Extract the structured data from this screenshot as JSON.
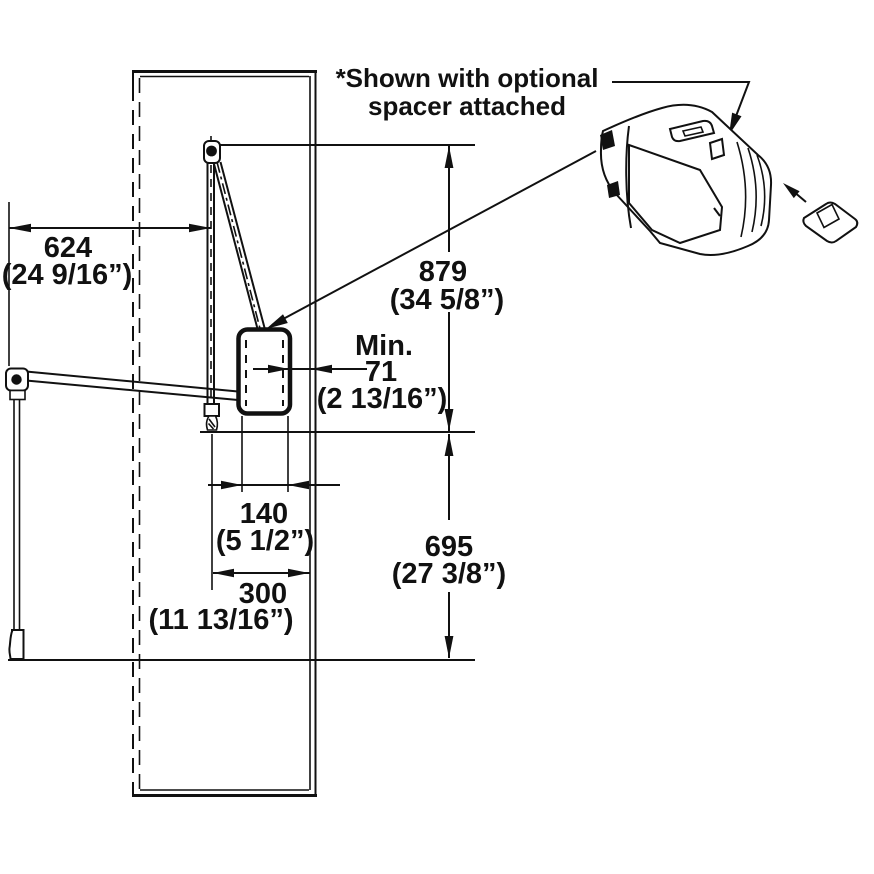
{
  "note": {
    "line1": "*Shown with optional",
    "line2": "spacer attached"
  },
  "dimensions": {
    "d624": {
      "mm": "624",
      "inches": "(24 9/16”)"
    },
    "d879": {
      "mm": "879",
      "inches": "(34 5/8”)"
    },
    "d71": {
      "prefix": "Min.",
      "mm": "71",
      "inches": "(2 13/16”)"
    },
    "d695": {
      "mm": "695",
      "inches": "(27 3/8”)"
    },
    "d140": {
      "mm": "140",
      "inches": "(5 1/2”)"
    },
    "d300": {
      "mm": "300",
      "inches": "(11 13/16”)"
    }
  },
  "colors": {
    "line": "#111111",
    "part_fill": "#c9c9c9",
    "background": "#ffffff"
  }
}
